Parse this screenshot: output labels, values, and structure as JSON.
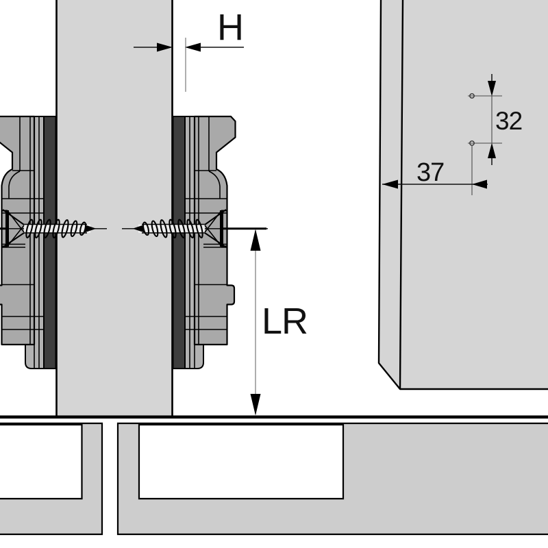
{
  "diagram": {
    "type": "hinge-mounting-plate-installation-drawing",
    "labels": {
      "plate_height": "H",
      "plate_length": "LR",
      "hole_pitch": "32",
      "edge_distance": "37"
    },
    "colors": {
      "panel": "#d5d5d5",
      "bottom_panel": "#cdcdcd",
      "plate_body": "#a9a9a9",
      "plate_columns": "#b3b3b3",
      "dark_strip": "#3e3e3e",
      "outline": "#000000",
      "dim_line": "#555555",
      "background": "#ffffff"
    }
  }
}
